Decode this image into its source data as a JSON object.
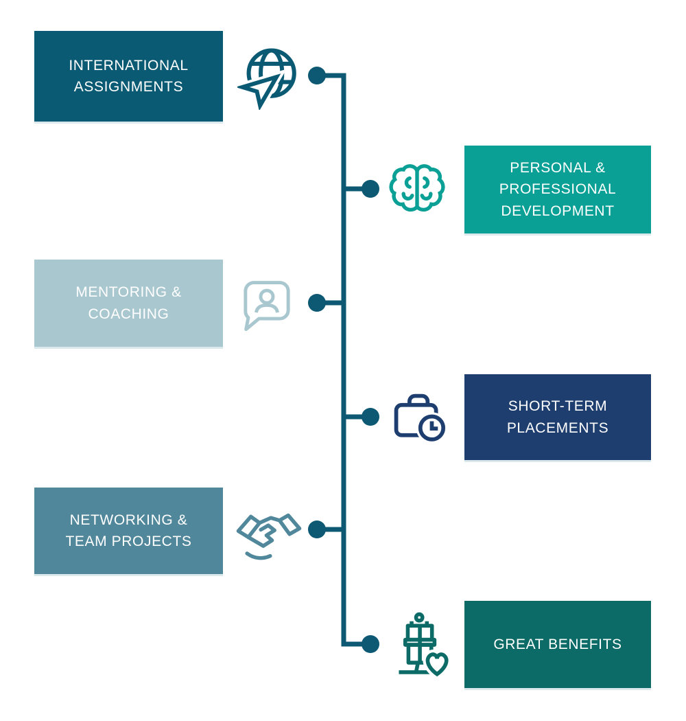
{
  "connector": {
    "color": "#0d5873",
    "line_width": 7,
    "dot_radius": 13
  },
  "timeline": {
    "items": [
      {
        "label": "INTERNATIONAL\nASSIGNMENTS",
        "side": "left",
        "box_color": "#0b5a74",
        "text_color": "#ffffff",
        "icon": "globe-plane-icon",
        "icon_color": "#0b5a74"
      },
      {
        "label": "PERSONAL &\nPROFESSIONAL\nDEVELOPMENT",
        "side": "right",
        "box_color": "#0aa096",
        "text_color": "#ffffff",
        "icon": "brain-icon",
        "icon_color": "#0aa096"
      },
      {
        "label": "MENTORING &\nCOACHING",
        "side": "left",
        "box_color": "#a9c7cf",
        "text_color": "#ffffff",
        "icon": "chat-person-icon",
        "icon_color": "#a9c7cf"
      },
      {
        "label": "SHORT-TERM\nPLACEMENTS",
        "side": "right",
        "box_color": "#1d3e6e",
        "text_color": "#ffffff",
        "icon": "briefcase-clock-icon",
        "icon_color": "#1d3e6e"
      },
      {
        "label": "NETWORKING &\nTEAM PROJECTS",
        "side": "left",
        "box_color": "#50879b",
        "text_color": "#ffffff",
        "icon": "handshake-icon",
        "icon_color": "#50879b"
      },
      {
        "label": "GREAT BENEFITS",
        "side": "right",
        "box_color": "#0c6b66",
        "text_color": "#ffffff",
        "icon": "gift-stand-heart-icon",
        "icon_color": "#0c6b66"
      }
    ]
  }
}
